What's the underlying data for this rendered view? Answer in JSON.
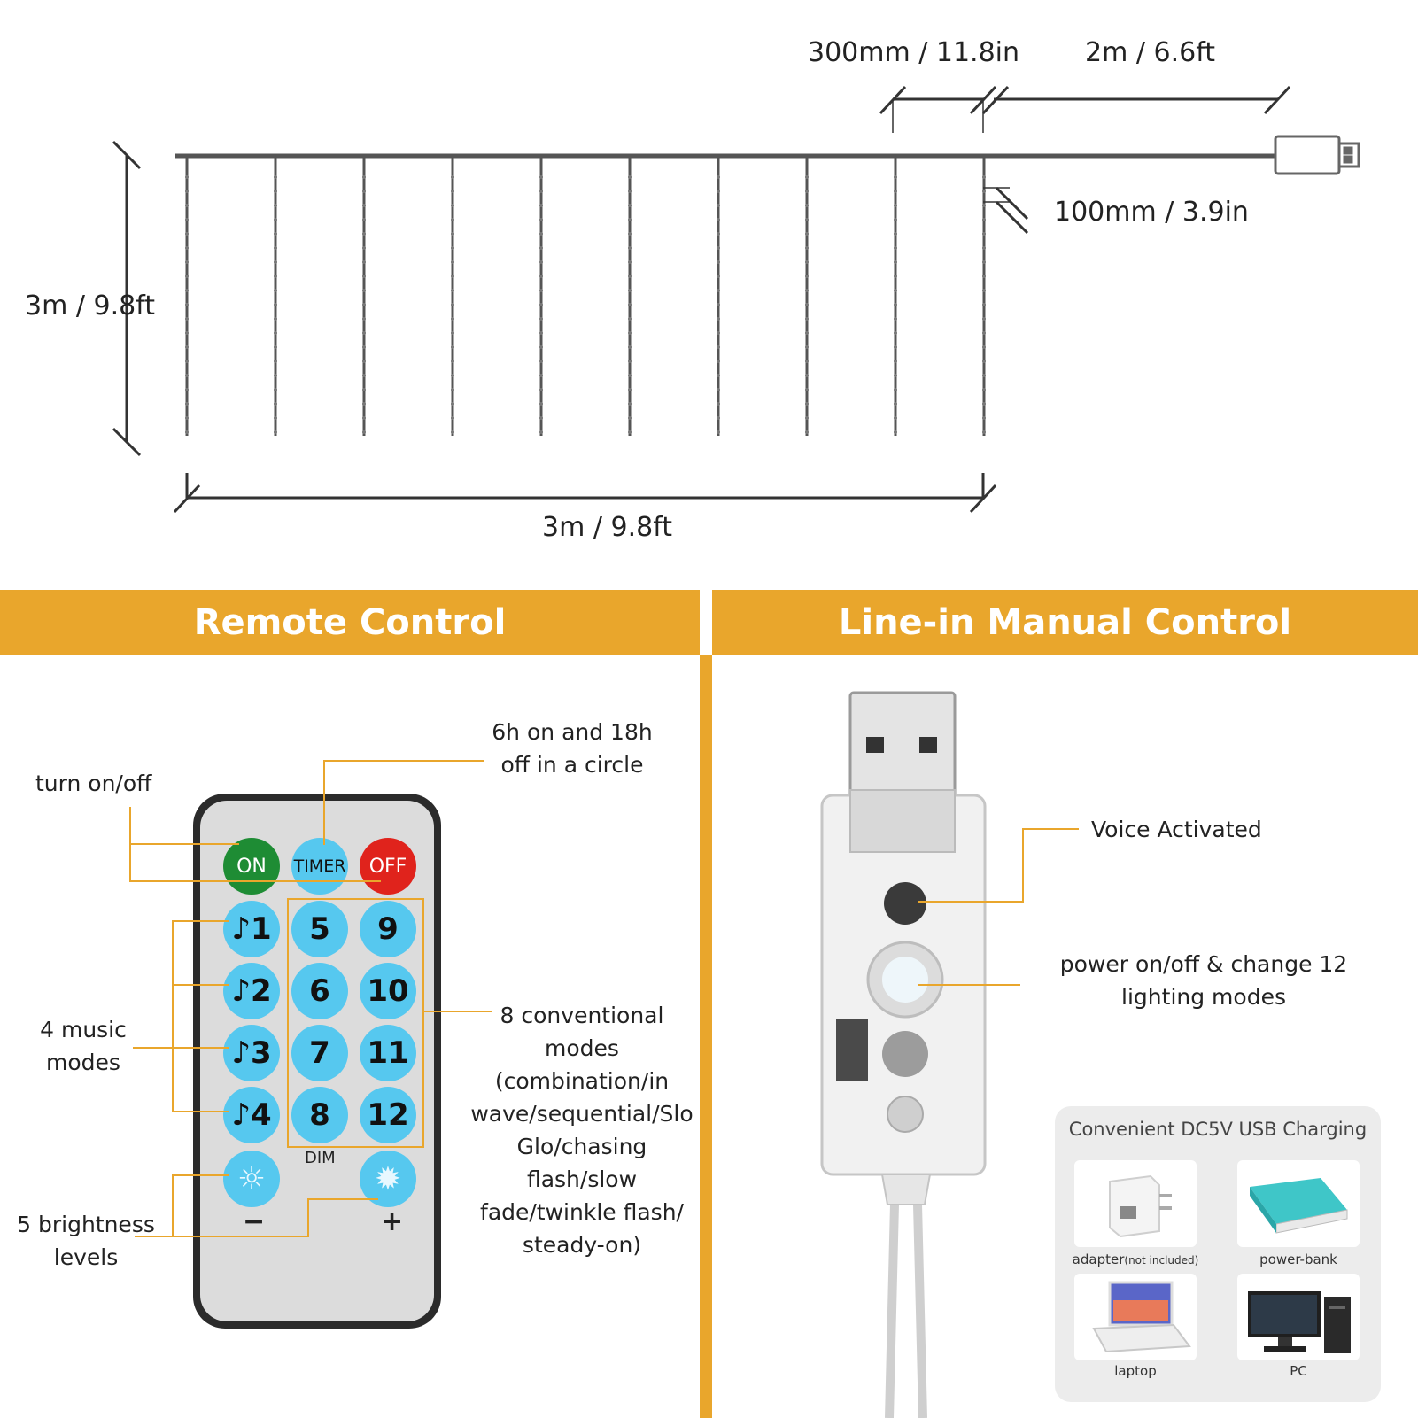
{
  "dimensions": {
    "cable_segment": "300mm / 11.8in",
    "lead_cable": "2m / 6.6ft",
    "string_spacing": "100mm / 3.9in",
    "curtain_height": "3m / 9.8ft",
    "curtain_width": "3m / 9.8ft"
  },
  "banners": {
    "remote": "Remote Control",
    "manual": "Line-in Manual Control"
  },
  "remote": {
    "buttons": {
      "on": "ON",
      "timer": "TIMER",
      "off": "OFF",
      "music": [
        "♪1",
        "♪2",
        "♪3",
        "♪4"
      ],
      "mode_col1": [
        "5",
        "6",
        "7",
        "8"
      ],
      "mode_col2": [
        "9",
        "10",
        "11",
        "12"
      ],
      "dim": "DIM",
      "minus": "−",
      "plus": "+"
    },
    "labels": {
      "turn_on_off": "turn on/off",
      "timer_line1": "6h on and 18h",
      "timer_line2": "off in a circle",
      "music_line1": "4 music",
      "music_line2": "modes",
      "modes_lines": [
        "8 conventional",
        "modes",
        "(combination/in",
        "wave/sequential/Slo",
        "Glo/chasing flash/slow",
        "fade/twinkle flash/",
        "steady-on)"
      ],
      "brightness_line1": "5 brightness",
      "brightness_line2": "levels"
    }
  },
  "manual": {
    "voice": "Voice Activated",
    "power_line1": "power on/off & change 12",
    "power_line2": "lighting modes"
  },
  "charging": {
    "title": "Convenient DC5V USB Charging",
    "adapter": "adapter",
    "adapter_note": "(not included)",
    "power_bank": "power-bank",
    "laptop": "laptop",
    "pc": "PC"
  },
  "colors": {
    "accent": "#E9A62C",
    "button_blue": "#56C8EF",
    "on_green": "#1E8C34",
    "off_red": "#E0231C"
  }
}
